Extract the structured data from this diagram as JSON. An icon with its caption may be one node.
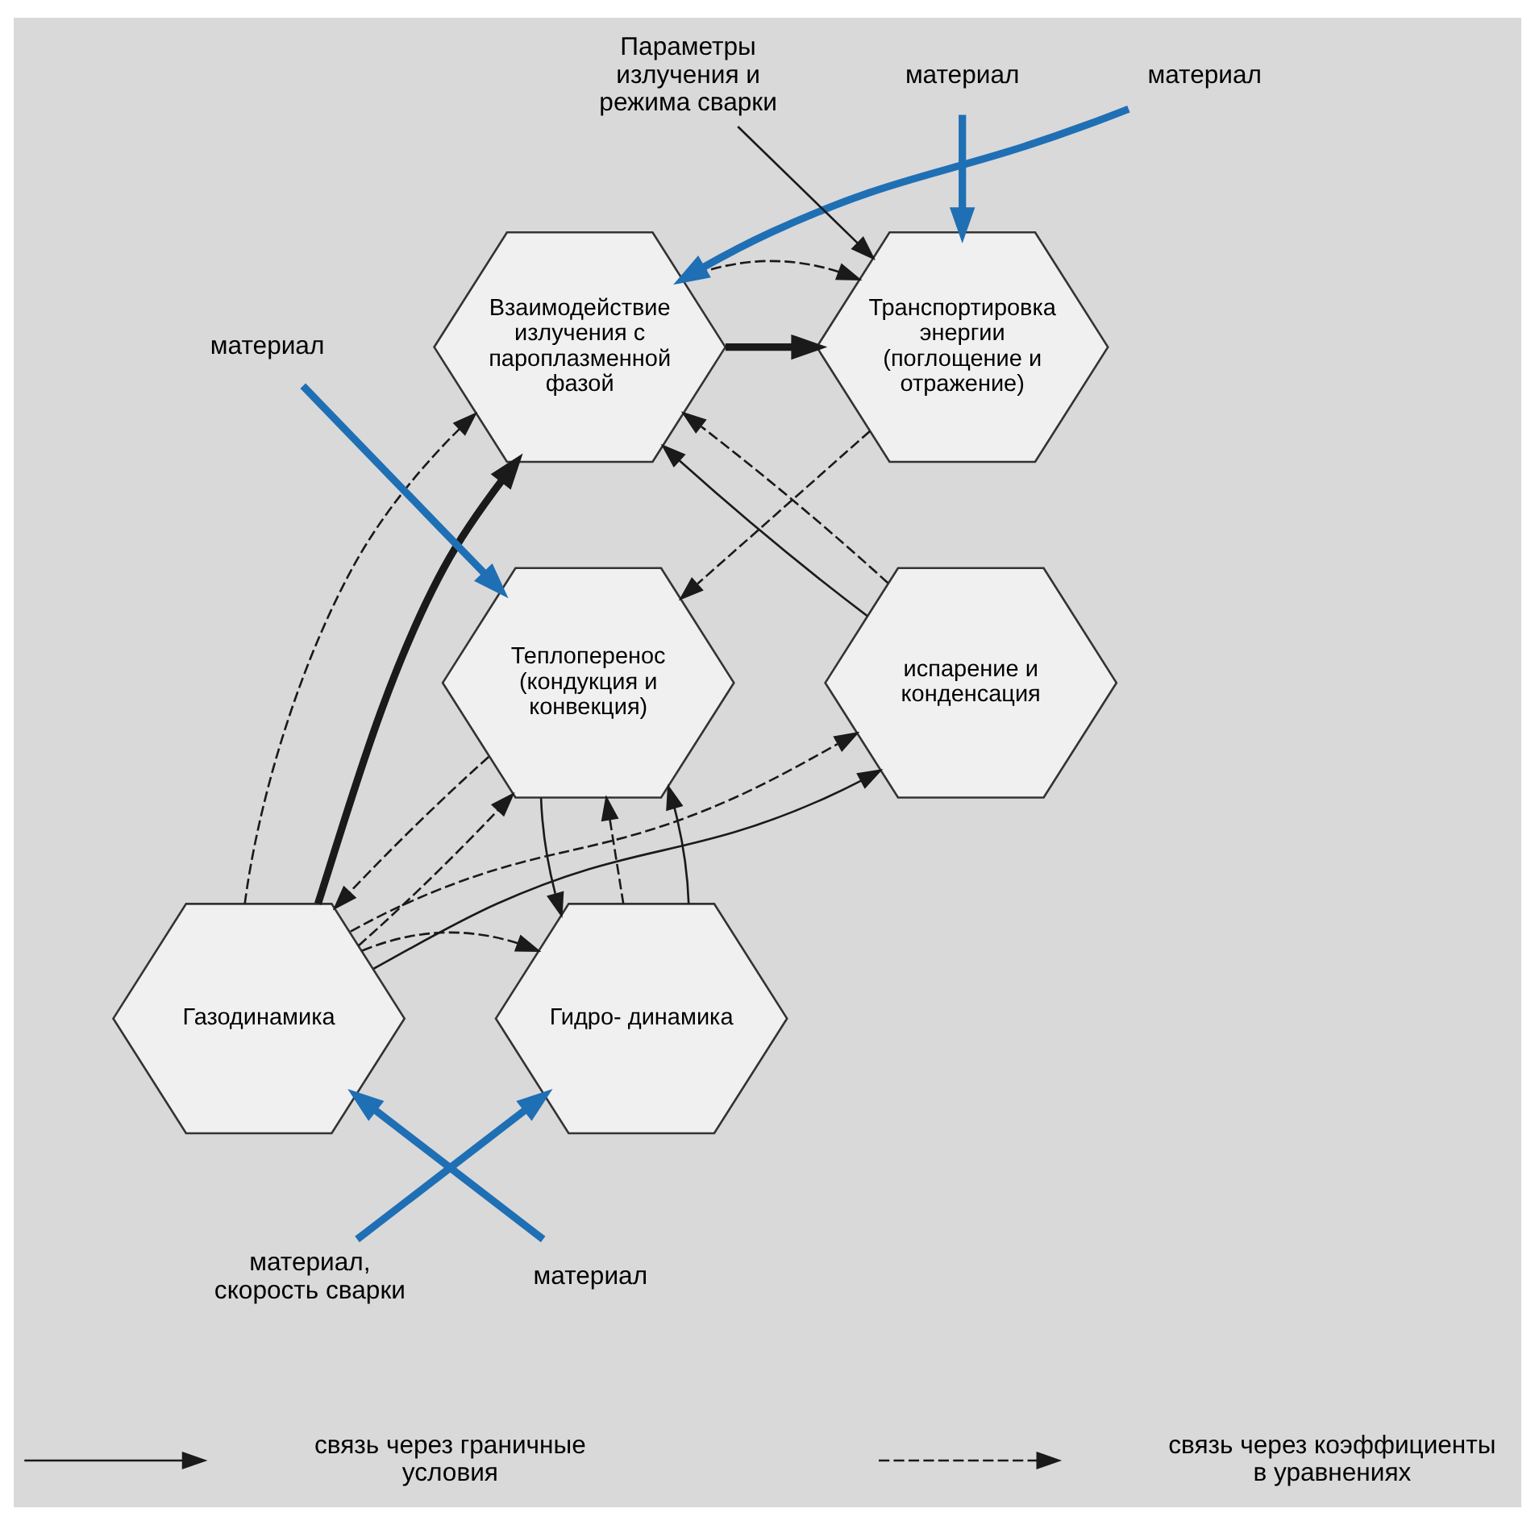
{
  "diagram": {
    "nodes": [
      {
        "text": [
          "Транспортировка энергии (поглощение и отражение)"
        ]
      },
      {
        "text": [
          "Взаимодействие излучения с пароплазменной фазой"
        ]
      },
      {
        "text": [
          "Теплоперенос (кондукция и конвекция)"
        ]
      },
      {
        "text": [
          "испарение и конденсация"
        ]
      },
      {
        "text": [
          "Гидро- динамика"
        ]
      },
      {
        "text": [
          "Газодинамика"
        ]
      },
      {
        "text": [
          "материал"
        ]
      },
      {
        "text": [
          "материал"
        ]
      },
      {
        "text": [
          "Параметры излучения и режима сварки"
        ]
      },
      {
        "text": [
          "материал"
        ]
      },
      {
        "text": [
          "материал, скорость сварки"
        ]
      },
      {
        "text": [
          "материал"
        ]
      }
    ],
    "edges": [
      {
        "from": 6,
        "to": 0,
        "arrow": "to",
        "style": "thick",
        "color": "#1f6fb5"
      },
      {
        "from": 7,
        "to": 1,
        "arrow": "to",
        "style": "thick",
        "color": "#1f6fb5"
      },
      {
        "from": 8,
        "to": 0,
        "arrow": "to"
      },
      {
        "from": 9,
        "to": 2,
        "arrow": "to",
        "style": "thick",
        "color": "#1f6fb5"
      },
      {
        "from": 1,
        "to": 0,
        "arrow": "to",
        "style": "thick"
      },
      {
        "from": 1,
        "to": 0,
        "arrow": "to",
        "style": "dashed"
      },
      {
        "from": 0,
        "to": 2,
        "arrow": "to",
        "style": "dashed"
      },
      {
        "from": 2,
        "to": 5,
        "arrow": "to",
        "style": "dashed"
      },
      {
        "from": 5,
        "to": 2,
        "arrow": "to",
        "style": "dashed"
      },
      {
        "from": 2,
        "to": 4,
        "arrow": "to"
      },
      {
        "from": 4,
        "to": 2,
        "arrow": "to",
        "style": "dashed"
      },
      {
        "from": 4,
        "to": 2,
        "arrow": "to"
      },
      {
        "from": 5,
        "to": 4,
        "arrow": "to",
        "style": "dashed"
      },
      {
        "from": 5,
        "to": 1,
        "arrow": "to",
        "style": "dashed"
      },
      {
        "from": 5,
        "to": 1,
        "arrow": "to",
        "style": "thick"
      },
      {
        "from": 5,
        "to": 3,
        "arrow": "to",
        "style": "dashed"
      },
      {
        "from": 5,
        "to": 3,
        "arrow": "to"
      },
      {
        "from": 3,
        "to": 1,
        "arrow": "to"
      },
      {
        "from": 3,
        "to": 1,
        "arrow": "to",
        "style": "dashed"
      },
      {
        "from": 10,
        "to": 4,
        "arrow": "to",
        "style": "thick",
        "color": "#1f6fb5"
      },
      {
        "from": 11,
        "to": 5,
        "arrow": "to",
        "style": "thick",
        "color": "#1f6fb5"
      }
    ],
    "legend": [
      {
        "text": "связь через граничные условия"
      },
      {
        "text": "связь через коэффициенты в уравнениях"
      }
    ]
  }
}
